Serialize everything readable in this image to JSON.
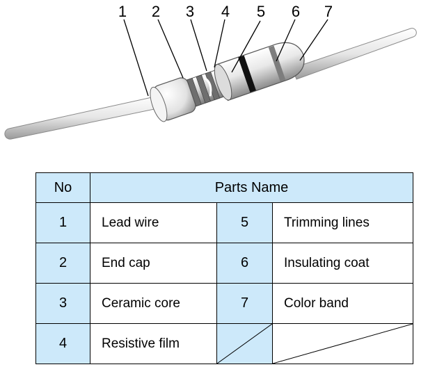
{
  "callouts": [
    "1",
    "2",
    "3",
    "4",
    "5",
    "6",
    "7"
  ],
  "table": {
    "headers": {
      "no": "No",
      "parts_name": "Parts Name"
    },
    "rows": [
      {
        "left_no": "1",
        "left_name": "Lead wire",
        "right_no": "5",
        "right_name": "Trimming lines"
      },
      {
        "left_no": "2",
        "left_name": "End cap",
        "right_no": "6",
        "right_name": "Insulating coat"
      },
      {
        "left_no": "3",
        "left_name": "Ceramic core",
        "right_no": "7",
        "right_name": "Color band"
      },
      {
        "left_no": "4",
        "left_name": "Resistive film"
      }
    ]
  },
  "colors": {
    "header_fill": "#cde9fa",
    "band_dark": "#111111",
    "band_gray": "#7d7d7d"
  }
}
